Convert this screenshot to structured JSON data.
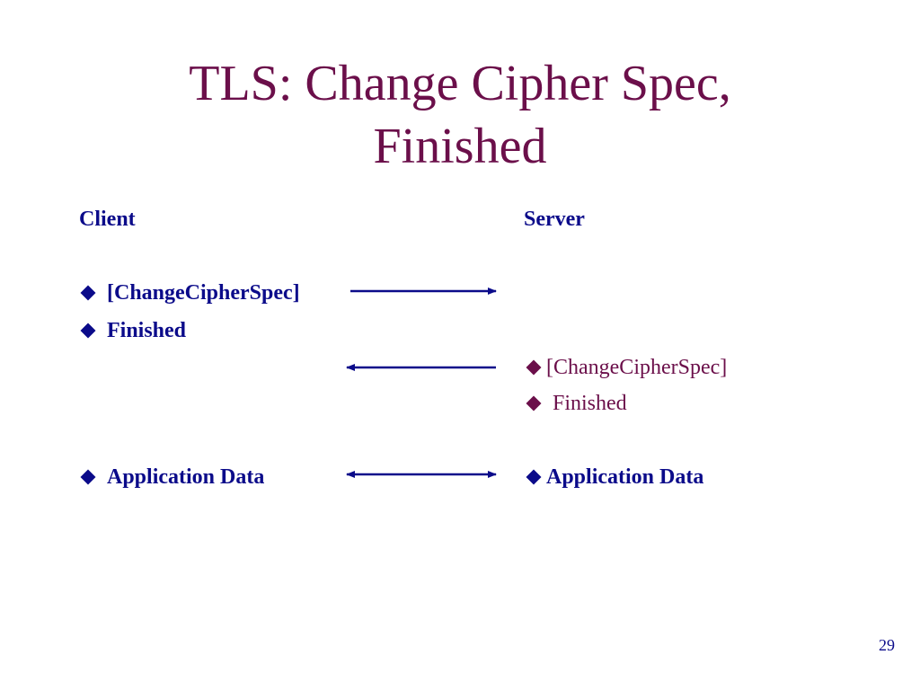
{
  "slide": {
    "title_line1": "TLS: Change Cipher Spec,",
    "title_line2": "Finished",
    "page_number": "29"
  },
  "client": {
    "heading": "Client",
    "items": [
      "[ChangeCipherSpec]",
      "Finished",
      "Application Data"
    ]
  },
  "server": {
    "heading": "Server",
    "items": [
      "[ChangeCipherSpec]",
      "Finished",
      "Application Data"
    ]
  },
  "flows": [
    {
      "from": "client",
      "to": "server",
      "message": "ChangeCipherSpec + Finished"
    },
    {
      "from": "server",
      "to": "client",
      "message": "ChangeCipherSpec + Finished"
    },
    {
      "from": "both",
      "to": "both",
      "message": "Application Data"
    }
  ],
  "colors": {
    "title": "#6b0f4a",
    "client_text": "#0b0b8a",
    "server_text": "#6b0f4a",
    "arrow": "#0b0b8a"
  }
}
